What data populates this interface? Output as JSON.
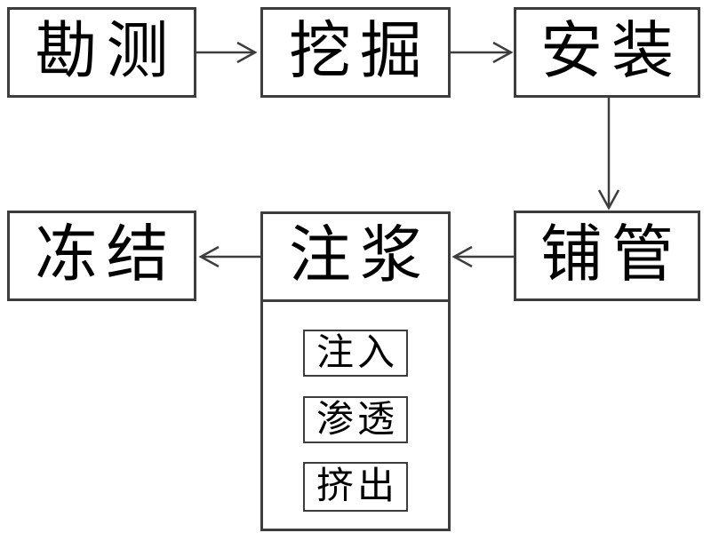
{
  "diagram": {
    "type": "flowchart",
    "colors": {
      "line": "#3d3d3d",
      "text": "#000000",
      "background": "#ffffff"
    },
    "nodes": {
      "survey": {
        "label": "勘测"
      },
      "excavation": {
        "label": "挖掘"
      },
      "installation": {
        "label": "安装"
      },
      "pipe_laying": {
        "label": "铺管"
      },
      "grouting": {
        "label": "注浆",
        "substeps": [
          {
            "label": "注入"
          },
          {
            "label": "渗透"
          },
          {
            "label": "挤出"
          }
        ]
      },
      "freezing": {
        "label": "冻结"
      }
    },
    "edges": [
      {
        "from": "survey",
        "to": "excavation",
        "direction": "right"
      },
      {
        "from": "excavation",
        "to": "installation",
        "direction": "right"
      },
      {
        "from": "installation",
        "to": "pipe_laying",
        "direction": "down"
      },
      {
        "from": "pipe_laying",
        "to": "grouting",
        "direction": "left"
      },
      {
        "from": "grouting",
        "to": "freezing",
        "direction": "left"
      }
    ]
  }
}
